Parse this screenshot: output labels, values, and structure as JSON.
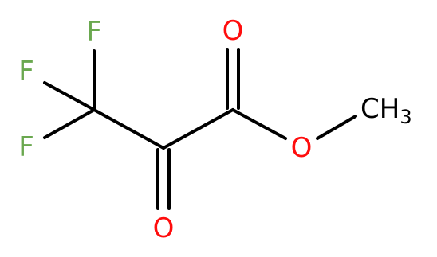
{
  "molecule": {
    "atoms": {
      "f_top": {
        "symbol": "F",
        "color": "#6aa84f"
      },
      "f_mid": {
        "symbol": "F",
        "color": "#6aa84f"
      },
      "f_bot": {
        "symbol": "F",
        "color": "#6aa84f"
      },
      "o_ketone": {
        "symbol": "O",
        "color": "#ff0d0d"
      },
      "o_carbonyl": {
        "symbol": "O",
        "color": "#ff0d0d"
      },
      "o_ester": {
        "symbol": "O",
        "color": "#ff0d0d"
      },
      "methyl": {
        "symbol": "CH",
        "subscript": "3",
        "color": "#000000"
      }
    },
    "bond_color": "#000000"
  }
}
